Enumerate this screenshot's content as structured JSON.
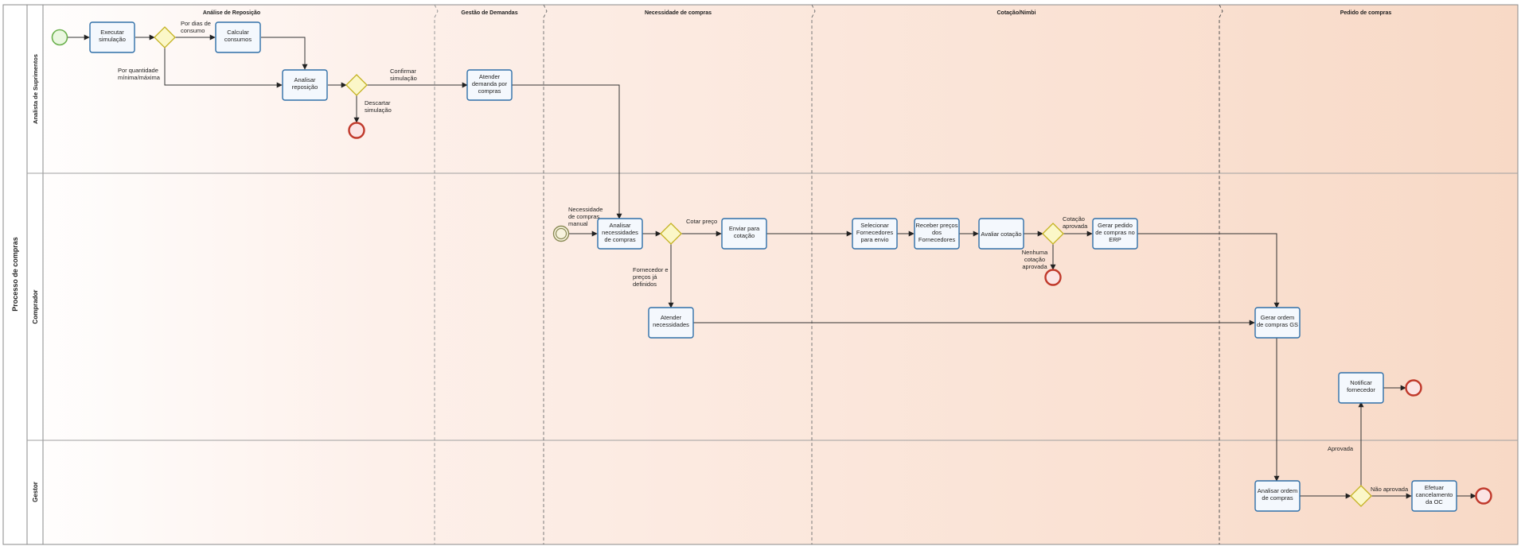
{
  "pool": {
    "label": "Processo de compras"
  },
  "lanes": [
    {
      "id": "analista",
      "label": "Analista de Suprimentos"
    },
    {
      "id": "comprador",
      "label": "Comprador"
    },
    {
      "id": "gestor",
      "label": "Gestor"
    }
  ],
  "phases": [
    {
      "id": "reposicao",
      "label": "Análise de Reposição"
    },
    {
      "id": "demandas",
      "label": "Gestão de Demandas"
    },
    {
      "id": "necessidade",
      "label": "Necessidade de compras"
    },
    {
      "id": "cotacao",
      "label": "Cotação/Nimbi"
    },
    {
      "id": "pedido",
      "label": "Pedido de compras"
    }
  ],
  "tasks": {
    "executar": [
      "Executar",
      "simulação"
    ],
    "calcular": [
      "Calcular",
      "consumos"
    ],
    "analisar_rep": [
      "Analisar",
      "reposição"
    ],
    "atender_dem": [
      "Atender",
      "demanda por",
      "compras"
    ],
    "analisar_nec": [
      "Analisar",
      "necessidades",
      "de compras"
    ],
    "enviar_cot": [
      "Enviar para",
      "cotação"
    ],
    "selecionar": [
      "Selecionar",
      "Fornecedores",
      "para envio"
    ],
    "receber": [
      "Receber preços",
      "dos",
      "Fornecedores"
    ],
    "avaliar": [
      "Avaliar cotação"
    ],
    "gerar_erp": [
      "Gerar pedido",
      "de compras no",
      "ERP"
    ],
    "atender_nec": [
      "Atender",
      "necessidades"
    ],
    "gerar_gs": [
      "Gerar ordem",
      "de compras GS"
    ],
    "notificar": [
      "Notificar",
      "fornecedor"
    ],
    "analisar_ordem": [
      "Analisar ordem",
      "de compras"
    ],
    "efetuar": [
      "Efetuar",
      "cancelamento",
      "da OC"
    ]
  },
  "flow_labels": {
    "dias": [
      "Por dias de",
      "consumo"
    ],
    "quantidade": [
      "Por quantidade",
      "mínima/máxima"
    ],
    "confirmar": [
      "Confirmar",
      "simulação"
    ],
    "descartar": [
      "Descartar",
      "simulação"
    ],
    "manual": [
      "Necessidade",
      "de compras",
      "manual"
    ],
    "cotar": [
      "Cotar preço"
    ],
    "fornecedor": [
      "Fornecedor e",
      "preços já",
      "definidos"
    ],
    "aprovada_cot": [
      "Cotação",
      "aprovada"
    ],
    "nenhuma": [
      "Nenhuma",
      "cotação",
      "aprovada"
    ],
    "aprovada": [
      "Aprovada"
    ],
    "nao_aprovada": [
      "Não aprovada"
    ]
  },
  "colors": {
    "task_border": "#2f6fa8",
    "task_fill": "#f4f8fd",
    "start_event": "#6ab04c",
    "end_event": "#c0392b",
    "gateway": "#d4c22a",
    "lane_border": "#8a8a8a"
  }
}
